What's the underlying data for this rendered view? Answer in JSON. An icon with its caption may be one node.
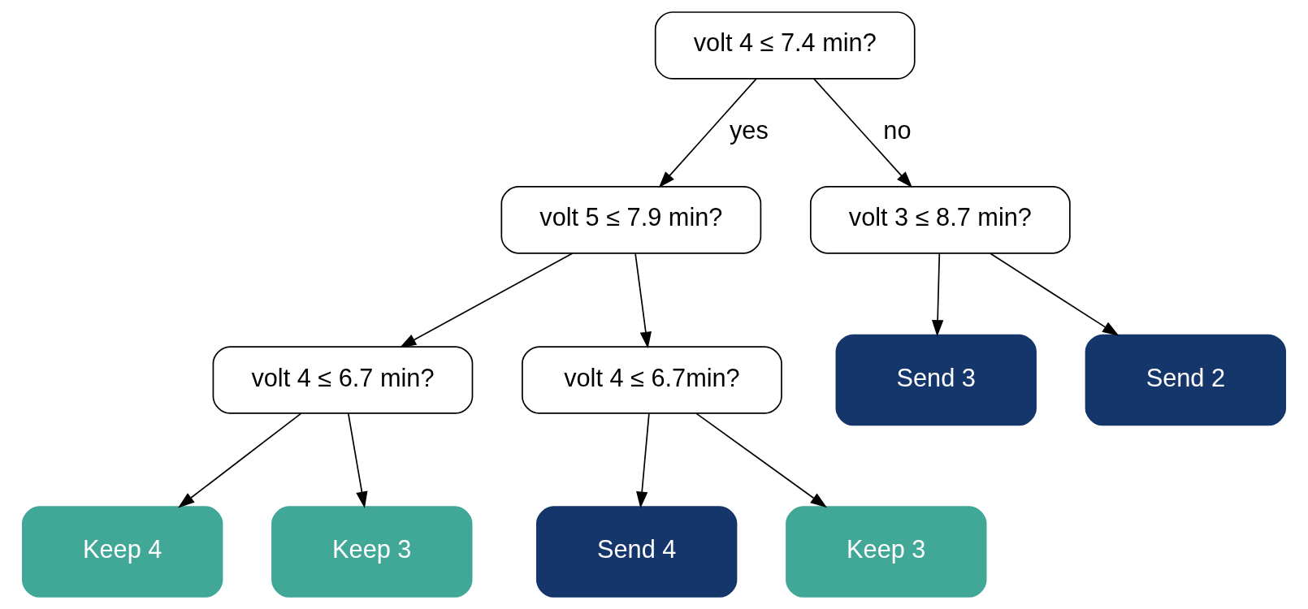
{
  "diagram": {
    "nodes": [
      {
        "text": [
          "volt 4 ≤ 7.4 min?"
        ]
      },
      {
        "text": [
          "volt 5 ≤ 7.9 min?"
        ]
      },
      {
        "text": [
          "volt 3 ≤ 8.7 min?"
        ]
      },
      {
        "text": [
          "volt 4 ≤ 6.7 min?"
        ]
      },
      {
        "text": [
          "volt 4 ≤ 6.7min?"
        ]
      },
      {
        "text": [
          "Send 3"
        ]
      },
      {
        "text": [
          "Send 2"
        ]
      },
      {
        "text": [
          "Keep 4"
        ]
      },
      {
        "text": [
          "Keep 3"
        ]
      },
      {
        "text": [
          "Send 4"
        ]
      },
      {
        "text": [
          "Keep 3"
        ]
      }
    ],
    "edges": [
      {
        "from": 0,
        "to": 1,
        "arrow": "to",
        "label": "yes"
      },
      {
        "from": 0,
        "to": 2,
        "arrow": "to",
        "label": "no"
      },
      {
        "from": 1,
        "to": 3,
        "arrow": "to"
      },
      {
        "from": 1,
        "to": 4,
        "arrow": "to"
      },
      {
        "from": 2,
        "to": 5,
        "arrow": "to"
      },
      {
        "from": 2,
        "to": 6,
        "arrow": "to"
      },
      {
        "from": 3,
        "to": 7,
        "arrow": "to"
      },
      {
        "from": 3,
        "to": 8,
        "arrow": "to"
      },
      {
        "from": 4,
        "to": 9,
        "arrow": "to"
      },
      {
        "from": 4,
        "to": 10,
        "arrow": "to"
      }
    ]
  }
}
